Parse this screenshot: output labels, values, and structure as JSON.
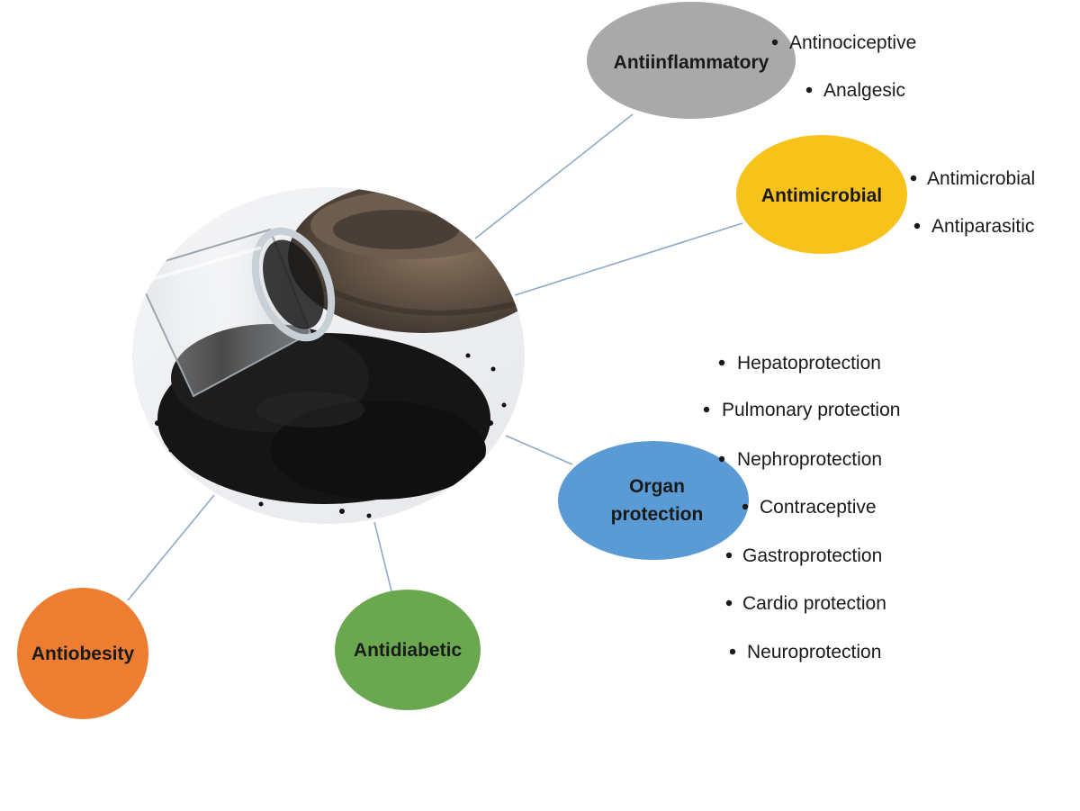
{
  "center_image": {
    "icon": "black-seeds-photo"
  },
  "nodes": {
    "antiinflammatory": {
      "label": "Antiinflammatory",
      "color": "#a9a9a9",
      "bullets": [
        "Antinociceptive",
        "Analgesic"
      ]
    },
    "antimicrobial": {
      "label": "Antimicrobial",
      "color": "#f7c21a",
      "bullets": [
        "Antimicrobial",
        "Antiparasitic"
      ]
    },
    "organ_protection": {
      "label_line1": "Organ",
      "label_line2": "protection",
      "color": "#5b9bd5",
      "bullets": [
        "Hepatoprotection",
        "Pulmonary protection",
        "Nephroprotection",
        "Contraceptive",
        "Gastroprotection",
        "Cardio protection",
        "Neuroprotection"
      ]
    },
    "antidiabetic": {
      "label": "Antidiabetic",
      "color": "#6aa84f"
    },
    "antiobesity": {
      "label": "Antiobesity",
      "color": "#ed7d31"
    }
  }
}
